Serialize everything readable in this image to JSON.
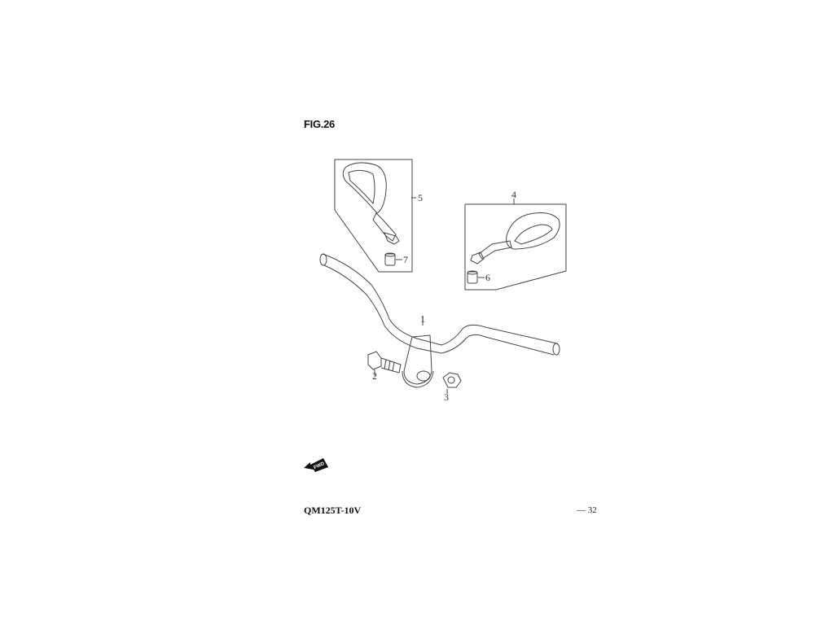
{
  "figure": {
    "title": "FIG.26"
  },
  "callouts": {
    "c1": "1",
    "c2": "2",
    "c3": "3",
    "c4": "4",
    "c5": "5",
    "c6": "6",
    "c7": "7"
  },
  "fwd_label": "FWD",
  "footer": {
    "model": "QM125T-10V",
    "page": "— 32"
  }
}
